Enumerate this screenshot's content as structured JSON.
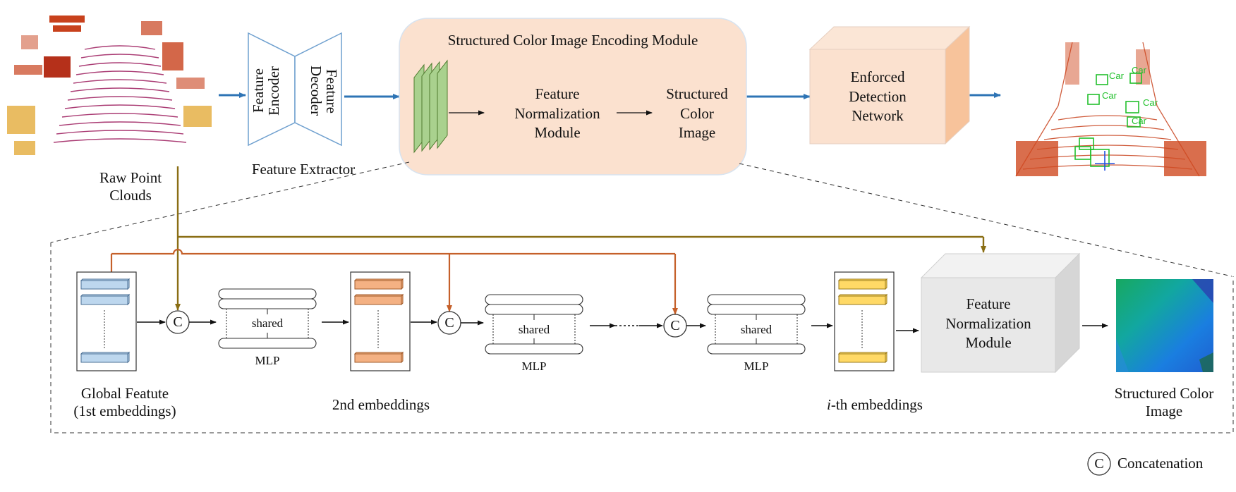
{
  "colors": {
    "blue_arrow": "#2e74b5",
    "olive_line": "#8a6e14",
    "orange_line": "#c5602a",
    "module_fill": "#fbe1cf",
    "module_stroke": "#d7e3f0",
    "feature_green": "#a9d18e",
    "emb_blue": "#bdd7ee",
    "emb_orange": "#f4b183",
    "emb_yellow": "#ffd966",
    "grey_box": "#e8e8e8"
  },
  "top": {
    "raw_point_clouds": "Raw Point\nClouds",
    "feature_encoder": "Feature Encoder",
    "feature_decoder": "Feature Decoder",
    "feature_extractor": "Feature Extractor",
    "module_title": "Structured Color Image Encoding Module",
    "feature_normalization": "Feature\nNormalization\nModule",
    "structured_color_image": "Structured\nColor\nImage",
    "enforced_detection": "Enforced\nDetection\nNetwork",
    "car_labels": [
      "Car",
      "Car",
      "Car",
      "Car",
      "Car"
    ]
  },
  "bottom": {
    "concat_symbol": "C",
    "mlp_label": "MLP",
    "shared_label": "shared",
    "global_feature": "Global Featute\n(1st embeddings)",
    "second_embeddings": "2nd embeddings",
    "ith_prefix": "i",
    "ith_suffix": "-th embeddings",
    "feature_normalization": "Feature\nNormalization\nModule",
    "structured_color_image": "Structured Color\nImage",
    "legend": "Concatenation"
  }
}
